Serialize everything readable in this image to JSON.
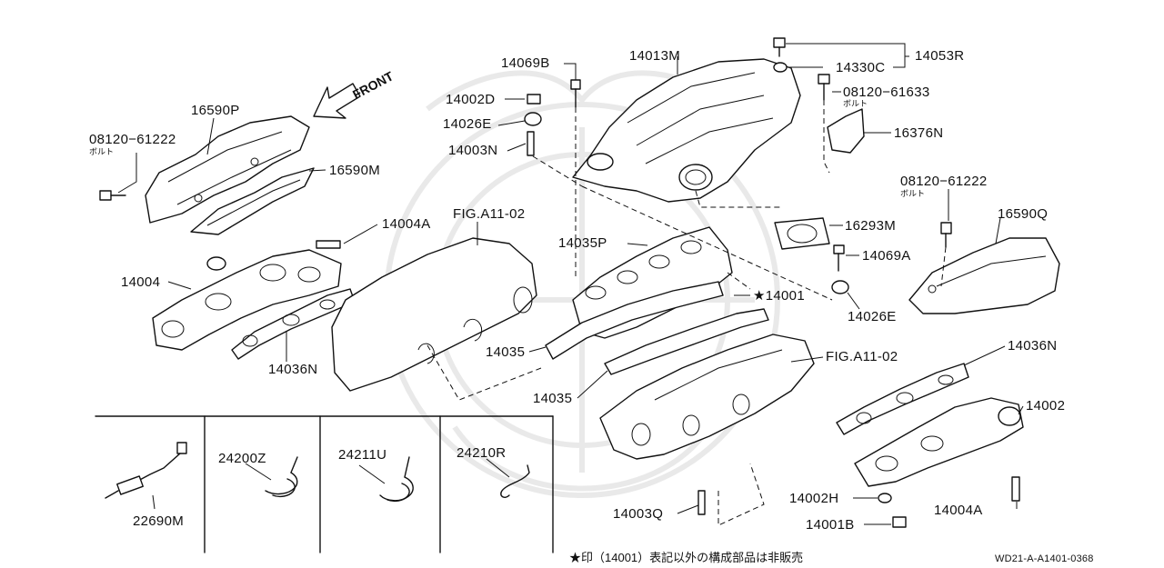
{
  "diagram": {
    "front_label": "FRONT",
    "footnote": "★印（14001）表記以外の構成部品は非販売",
    "drawing_code": "WD21-A-A1401-0368",
    "bolt_katakana": "ボルト",
    "labels": {
      "p16590p": "16590P",
      "p08120_61222_left": "08120−61222",
      "p16590m": "16590M",
      "p14004a_top": "14004A",
      "p14004": "14004",
      "p14036n_left": "14036N",
      "fig_a11_02_top": "FIG.A11-02",
      "p14069b": "14069B",
      "p14013m": "14013M",
      "p14002d": "14002D",
      "p14026e_top": "14026E",
      "p14003n": "14003N",
      "p14035p": "14035P",
      "p14035_a": "14035",
      "p14035_b": "14035",
      "p14053r": "14053R",
      "p14330c": "14330C",
      "p08120_61633": "08120−61633",
      "p16376n": "16376N",
      "p08120_61222_right": "08120−61222",
      "p16590q": "16590Q",
      "p16293m": "16293M",
      "p14069a": "14069A",
      "p14001": "★14001",
      "p14026e_bottom": "14026E",
      "fig_a11_02_bottom": "FIG.A11-02",
      "p14036n_right": "14036N",
      "p14002": "14002",
      "p14002h": "14002H",
      "p14004a_bottom": "14004A",
      "p14001b": "14001B",
      "p14003q": "14003Q",
      "p22690m": "22690M",
      "p24200z": "24200Z",
      "p24211u": "24211U",
      "p24210r": "24210R"
    }
  }
}
